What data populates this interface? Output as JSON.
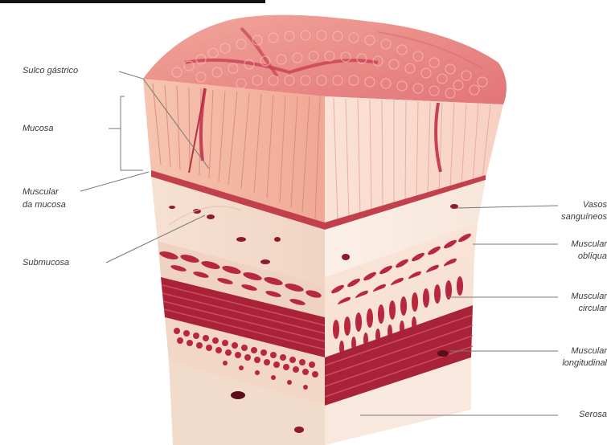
{
  "labels": {
    "sulco_gastrico": "Sulco gástrico",
    "mucosa": "Mucosa",
    "muscular_mucosa_1": "Muscular",
    "muscular_mucosa_2": "da mucosa",
    "submucosa": "Submucosa",
    "vasos_1": "Vasos",
    "vasos_2": "sanguíneos",
    "obliqua_1": "Muscular",
    "obliqua_2": "oblíqua",
    "circular_1": "Muscular",
    "circular_2": "circular",
    "longitudinal_1": "Muscular",
    "longitudinal_2": "longitudinal",
    "serosa": "Serosa"
  },
  "colors": {
    "mucosa_surface": "#e98a86",
    "mucosa_section": "#f4b7a4",
    "muscularis_mucosae": "#c2404c",
    "submucosa": "#f3dccb",
    "muscle_fiber": "#b8283c",
    "muscle_dark": "#8e1b2c",
    "serosa": "#f1dccb",
    "leader_line": "#777777"
  }
}
